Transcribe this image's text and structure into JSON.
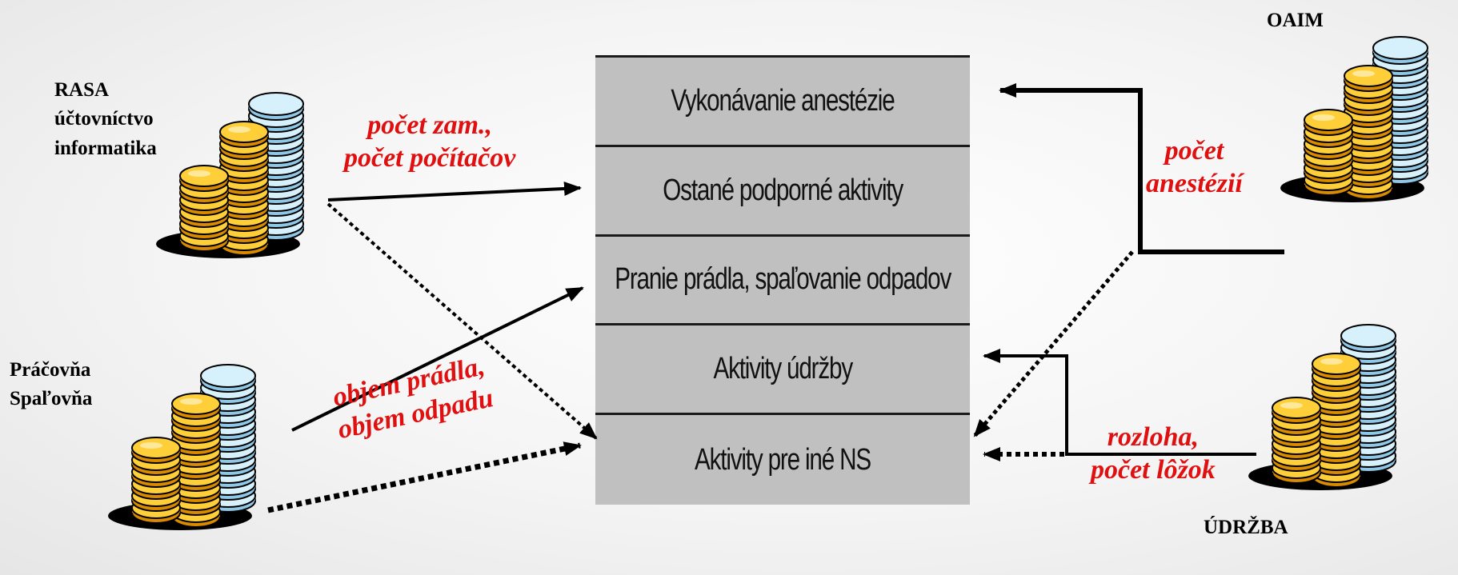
{
  "activities": [
    "Vykonávanie anestézie",
    "Ostané podporné aktivity",
    "Pranie prádla, spaľovanie odpadov",
    "Aktivity údržby",
    "Aktivity pre iné NS"
  ],
  "sources": {
    "rasa": [
      "RASA",
      "účtovníctvo",
      "informatika"
    ],
    "pracovna": [
      "Práčovňa",
      "Spaľovňa"
    ],
    "oaim": "OAIM",
    "udrzba": "ÚDRŽBA"
  },
  "drivers": {
    "rasa": [
      "počet zam.,",
      "počet počítačov"
    ],
    "pracovna": [
      "objem prádla,",
      "objem odpadu"
    ],
    "oaim": [
      "počet",
      "anestézií"
    ],
    "udrzba": [
      "rozloha,",
      "počet lôžok"
    ]
  },
  "colors": {
    "driver_text": "#e01010",
    "table_fill": "#c0c0c0",
    "coin_gold": "#f6b400",
    "coin_blue": "#bfe6f7"
  }
}
